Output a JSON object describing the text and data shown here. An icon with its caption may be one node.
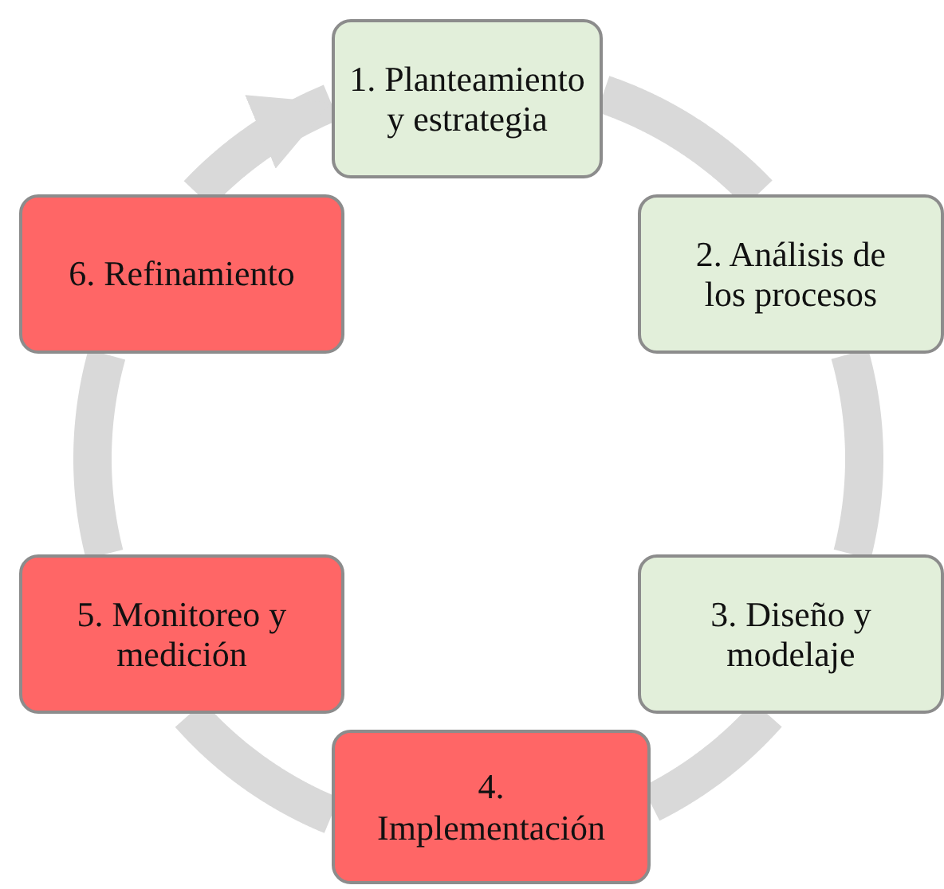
{
  "diagram": {
    "nodes": [
      {
        "text": [
          "1. Planteamiento y estrategia"
        ]
      },
      {
        "text": [
          "2. Análisis de los procesos"
        ]
      },
      {
        "text": [
          "3. Diseño y modelaje"
        ]
      },
      {
        "text": [
          "4. Implementación"
        ]
      },
      {
        "text": [
          "5. Monitoreo y medición"
        ]
      },
      {
        "text": [
          "6. Refinamiento"
        ]
      }
    ],
    "edges": [
      {
        "from": 0,
        "to": 1,
        "arrow": "none"
      },
      {
        "from": 1,
        "to": 2,
        "arrow": "none"
      },
      {
        "from": 2,
        "to": 3,
        "arrow": "none"
      },
      {
        "from": 3,
        "to": 4,
        "arrow": "none"
      },
      {
        "from": 4,
        "to": 5,
        "arrow": "none"
      },
      {
        "from": 5,
        "to": 0,
        "arrow": "to"
      }
    ]
  }
}
